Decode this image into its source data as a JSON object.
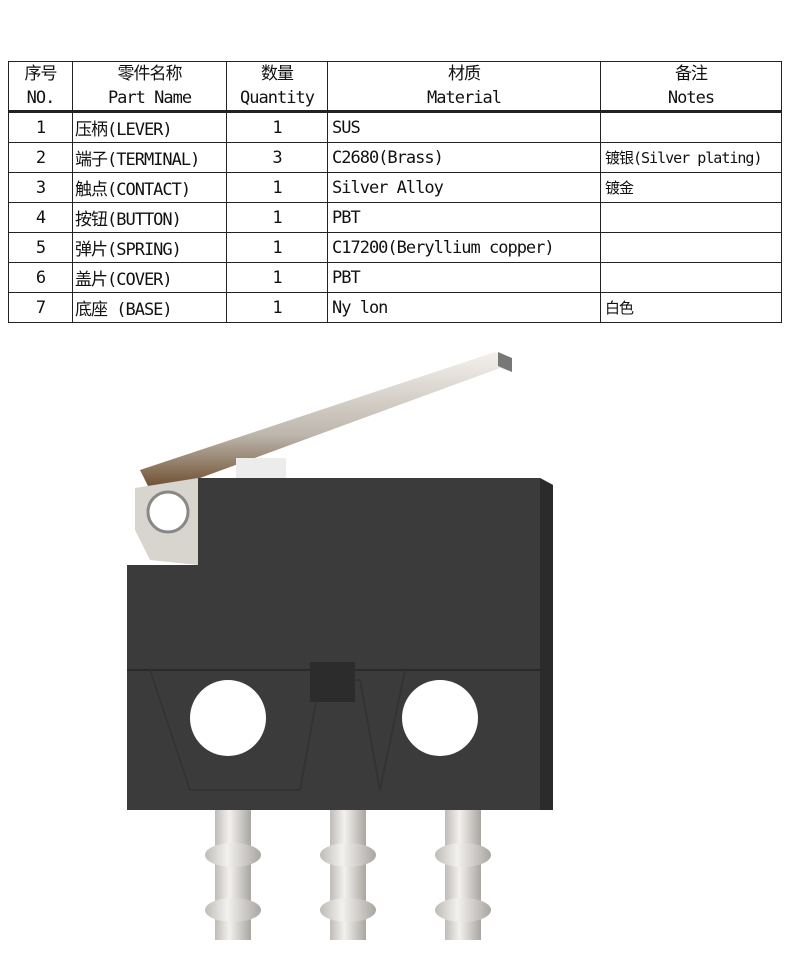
{
  "table": {
    "headers": [
      {
        "zh": "序号",
        "en": "NO."
      },
      {
        "zh": "零件名称",
        "en": "Part Name"
      },
      {
        "zh": "数量",
        "en": "Quantity"
      },
      {
        "zh": "材质",
        "en": "Material"
      },
      {
        "zh": "备注",
        "en": "Notes"
      }
    ],
    "rows": [
      {
        "no": "1",
        "name": "压柄(LEVER)",
        "qty": "1",
        "material": "SUS",
        "notes": ""
      },
      {
        "no": "2",
        "name": "端子(TERMINAL)",
        "qty": "3",
        "material": "C2680(Brass)",
        "notes": "镀银(Silver plating)"
      },
      {
        "no": "3",
        "name": "触点(CONTACT)",
        "qty": "1",
        "material": "Silver Alloy",
        "notes": "镀金"
      },
      {
        "no": "4",
        "name": "按钮(BUTTON)",
        "qty": "1",
        "material": "PBT",
        "notes": ""
      },
      {
        "no": "5",
        "name": "弹片(SPRING)",
        "qty": "1",
        "material": "C17200(Beryllium copper)",
        "notes": ""
      },
      {
        "no": "6",
        "name": "盖片(COVER)",
        "qty": "1",
        "material": "PBT",
        "notes": ""
      },
      {
        "no": "7",
        "name": "底座 (BASE)",
        "qty": "1",
        "material": "Ny lon",
        "notes": "白色"
      }
    ]
  },
  "colors": {
    "body": "#3b3b3b",
    "terminal": "#e6e3df"
  }
}
